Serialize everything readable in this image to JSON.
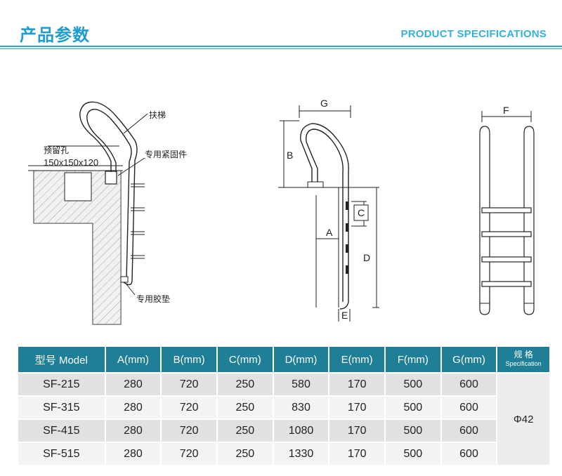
{
  "header": {
    "title_cn": "产品参数",
    "title_en": "PRODUCT SPECIFICATIONS",
    "accent_color": "#1e9bd1",
    "table_header_color": "#1f7f96"
  },
  "diagram": {
    "left_labels": {
      "handrail": "扶梯",
      "reserved_hole": "预留孔",
      "hole_size": "150x150x120",
      "fastener": "专用紧固件",
      "rubber_pad": "专用胶垫"
    },
    "dimension_letters": {
      "a": "A",
      "b": "B",
      "c": "C",
      "d": "D",
      "e": "E",
      "f": "F",
      "g": "G"
    }
  },
  "table": {
    "headers": [
      "型号 Model",
      "A(mm)",
      "B(mm)",
      "C(mm)",
      "D(mm)",
      "E(mm)",
      "F(mm)",
      "G(mm)"
    ],
    "spec_header_cn": "规 格",
    "spec_header_en": "Specification",
    "spec_value": "Φ42",
    "rows": [
      [
        "SF-215",
        "280",
        "720",
        "250",
        "580",
        "170",
        "500",
        "600"
      ],
      [
        "SF-315",
        "280",
        "720",
        "250",
        "830",
        "170",
        "500",
        "600"
      ],
      [
        "SF-415",
        "280",
        "720",
        "250",
        "1080",
        "170",
        "500",
        "600"
      ],
      [
        "SF-515",
        "280",
        "720",
        "250",
        "1330",
        "170",
        "500",
        "600"
      ]
    ]
  }
}
